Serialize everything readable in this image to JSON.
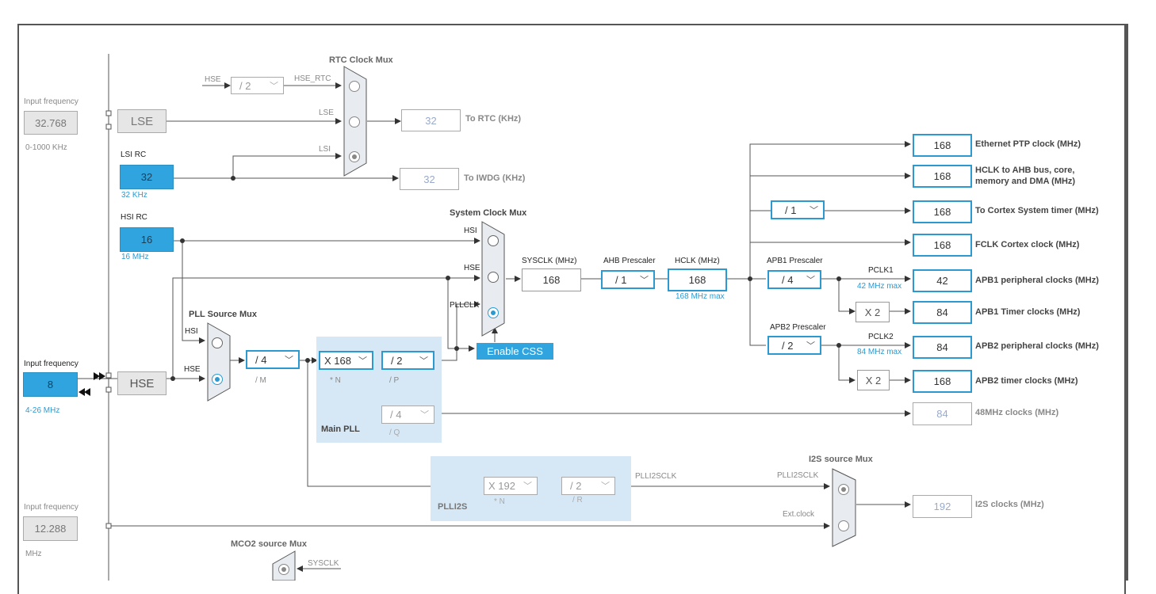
{
  "rtc_mux": {
    "title": "RTC Clock Mux",
    "hse": "HSE",
    "hse_div": "/ 2",
    "hse_rtc": "HSE_RTC",
    "lse": "LSE",
    "lsi": "LSI",
    "to_rtc_value": "32",
    "to_rtc_label": "To RTC (KHz)",
    "to_iwdg_value": "32",
    "to_iwdg_label": "To IWDG (KHz)"
  },
  "lse": {
    "input_label": "Input frequency",
    "value": "32.768",
    "range": "0-1000 KHz",
    "name": "LSE"
  },
  "lsi": {
    "label": "LSI RC",
    "value": "32",
    "unit": "32 KHz"
  },
  "hsi": {
    "label": "HSI RC",
    "value": "16",
    "unit": "16 MHz"
  },
  "hse": {
    "input_label": "Input frequency",
    "value": "8",
    "range": "4-26 MHz",
    "name": "HSE"
  },
  "ext": {
    "input_label": "Input frequency",
    "value": "12.288",
    "unit": "MHz"
  },
  "sysclk_mux": {
    "title": "System Clock Mux",
    "hsi": "HSI",
    "hse": "HSE",
    "pllclk": "PLLCLK",
    "enable_css": "Enable CSS"
  },
  "pll_src": {
    "title": "PLL Source Mux",
    "hsi": "HSI",
    "hse": "HSE"
  },
  "main_pll": {
    "title": "Main PLL",
    "m": "/ 4",
    "m_label": "/ M",
    "n": "X 168",
    "n_label": "* N",
    "p": "/ 2",
    "p_label": "/ P",
    "q": "/ 4",
    "q_label": "/ Q"
  },
  "plli2s": {
    "title": "PLLI2S",
    "n": "X 192",
    "n_label": "* N",
    "r": "/ 2",
    "r_label": "/ R",
    "out": "PLLI2SCLK"
  },
  "sysclk": {
    "label": "SYSCLK (MHz)",
    "value": "168"
  },
  "ahb": {
    "label": "AHB Prescaler",
    "value": "/ 1"
  },
  "hclk": {
    "label": "HCLK (MHz)",
    "value": "168",
    "max": "168 MHz max"
  },
  "apb1": {
    "label": "APB1 Prescaler",
    "value": "/ 4",
    "pclk": "PCLK1",
    "max": "42 MHz max",
    "x2": "X 2"
  },
  "apb2": {
    "label": "APB2 Prescaler",
    "value": "/ 2",
    "pclk": "PCLK2",
    "max": "84 MHz max",
    "x2": "X 2"
  },
  "cortex_div": "/ 1",
  "outputs": [
    {
      "value": "168",
      "label": "Ethernet PTP clock (MHz)"
    },
    {
      "value": "168",
      "label": "HCLK to AHB bus, core,",
      "label2": "memory and DMA (MHz)"
    },
    {
      "value": "168",
      "label": "To Cortex System timer (MHz)"
    },
    {
      "value": "168",
      "label": "FCLK Cortex clock (MHz)"
    },
    {
      "value": "42",
      "label": "APB1 peripheral clocks (MHz)"
    },
    {
      "value": "84",
      "label": "APB1 Timer clocks (MHz)"
    },
    {
      "value": "84",
      "label": "APB2 peripheral clocks (MHz)"
    },
    {
      "value": "168",
      "label": "APB2 timer clocks (MHz)"
    },
    {
      "value": "84",
      "label": "48MHz clocks (MHz)"
    }
  ],
  "i2s_mux": {
    "title": "I2S source Mux",
    "plli2sclk": "PLLI2SCLK",
    "ext": "Ext.clock",
    "value": "192",
    "label": "I2S clocks (MHz)"
  },
  "mco2": {
    "title": "MCO2 source Mux",
    "sysclk": "SYSCLK"
  }
}
